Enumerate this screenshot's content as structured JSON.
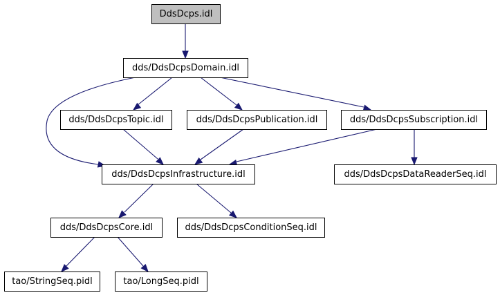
{
  "graph": {
    "edge_color": "#191970",
    "root_fill": "#bfbfbf",
    "nodes": [
      {
        "id": "root",
        "label": "DdsDcps.idl",
        "root": true
      },
      {
        "id": "domain",
        "label": "dds/DdsDcpsDomain.idl"
      },
      {
        "id": "topic",
        "label": "dds/DdsDcpsTopic.idl"
      },
      {
        "id": "pub",
        "label": "dds/DdsDcpsPublication.idl"
      },
      {
        "id": "sub",
        "label": "dds/DdsDcpsSubscription.idl"
      },
      {
        "id": "infra",
        "label": "dds/DdsDcpsInfrastructure.idl"
      },
      {
        "id": "drseq",
        "label": "dds/DdsDcpsDataReaderSeq.idl"
      },
      {
        "id": "core",
        "label": "dds/DdsDcpsCore.idl"
      },
      {
        "id": "condseq",
        "label": "dds/DdsDcpsConditionSeq.idl"
      },
      {
        "id": "strseq",
        "label": "tao/StringSeq.pidl"
      },
      {
        "id": "longseq",
        "label": "tao/LongSeq.pidl"
      }
    ],
    "edges": [
      {
        "from": "root",
        "to": "domain"
      },
      {
        "from": "domain",
        "to": "topic"
      },
      {
        "from": "domain",
        "to": "pub"
      },
      {
        "from": "domain",
        "to": "sub"
      },
      {
        "from": "domain",
        "to": "infra"
      },
      {
        "from": "topic",
        "to": "infra"
      },
      {
        "from": "pub",
        "to": "infra"
      },
      {
        "from": "sub",
        "to": "infra"
      },
      {
        "from": "sub",
        "to": "drseq"
      },
      {
        "from": "infra",
        "to": "core"
      },
      {
        "from": "infra",
        "to": "condseq"
      },
      {
        "from": "core",
        "to": "strseq"
      },
      {
        "from": "core",
        "to": "longseq"
      }
    ]
  }
}
